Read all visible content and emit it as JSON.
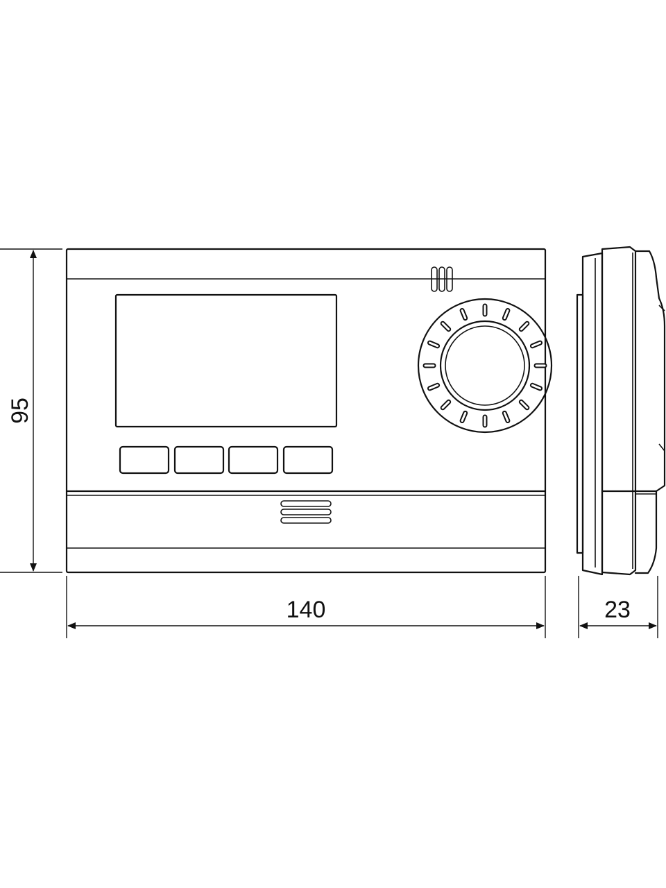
{
  "dimensions": {
    "width_label": "140",
    "height_label": "95",
    "depth_label": "23"
  }
}
